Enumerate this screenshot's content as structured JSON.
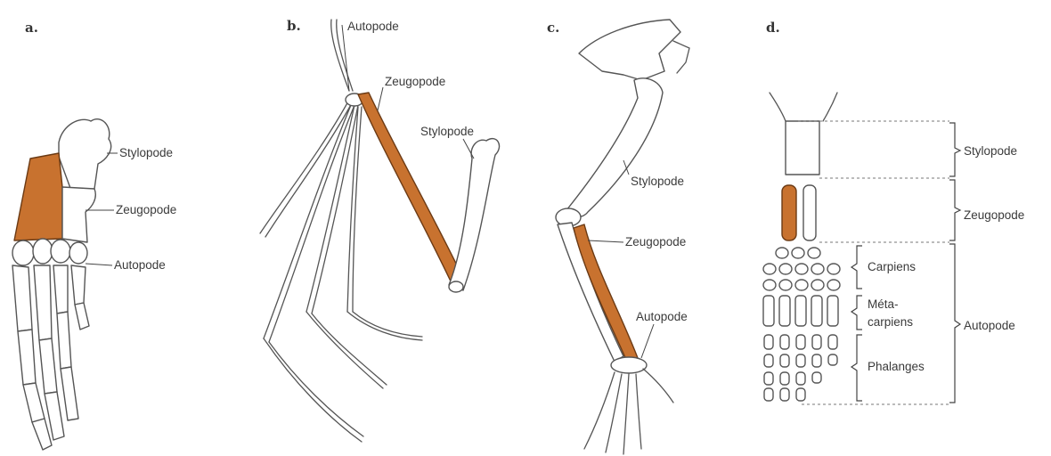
{
  "panels": {
    "a": {
      "letter": "a.",
      "labels": {
        "stylopode": "Stylopode",
        "zeugopode": "Zeugopode",
        "autopode": "Autopode"
      }
    },
    "b": {
      "letter": "b.",
      "labels": {
        "autopode": "Autopode",
        "zeugopode": "Zeugopode",
        "stylopode": "Stylopode"
      }
    },
    "c": {
      "letter": "c.",
      "labels": {
        "stylopode": "Stylopode",
        "zeugopode": "Zeugopode",
        "autopode": "Autopode"
      }
    },
    "d": {
      "letter": "d.",
      "labels": {
        "stylopode": "Stylopode",
        "zeugopode": "Zeugopode",
        "autopode": "Autopode",
        "carpiens": "Carpiens",
        "metacarpiens_1": "Méta-",
        "metacarpiens_2": "carpiens",
        "phalanges": "Phalanges"
      }
    }
  },
  "colors": {
    "highlight": "#c8722f",
    "outline": "#555555"
  }
}
